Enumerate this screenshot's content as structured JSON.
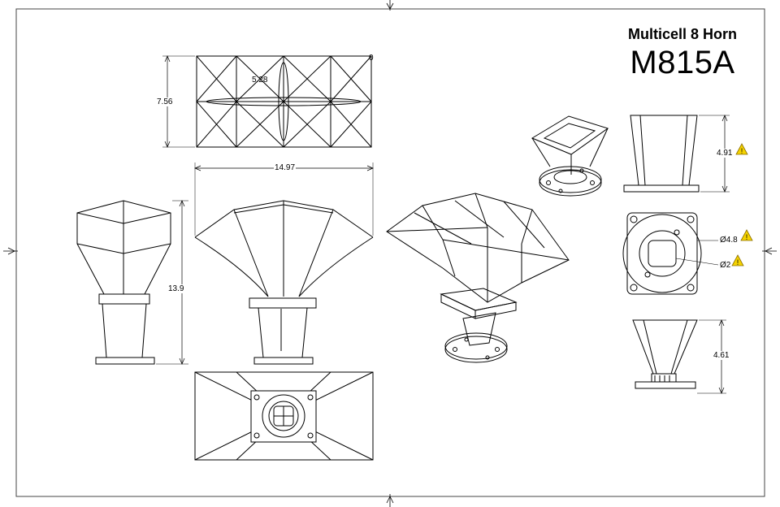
{
  "title_block": {
    "subtitle": "Multicell 8 Horn",
    "model": "M815A"
  },
  "dimensions": {
    "top_height": "7.56",
    "top_inner": "5.28",
    "top_zero": "0",
    "front_width": "14.97",
    "front_height": "13.9",
    "throat_height": "4.91",
    "flange_outer_dia": "Ø4.8",
    "throat_dia": "Ø2",
    "driver_height": "4.61"
  },
  "icons": {
    "warning": "warning-triangle-icon",
    "center_mark": "center-arrow-icon"
  },
  "colors": {
    "line": "#000000",
    "warning_fill": "#f5d300",
    "background": "#ffffff"
  }
}
